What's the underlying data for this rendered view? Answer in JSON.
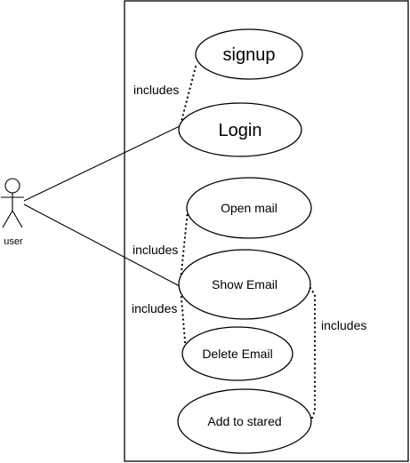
{
  "diagram": {
    "actor": {
      "label": "user"
    },
    "use_cases": {
      "signup": "signup",
      "login": "Login",
      "open_mail": "Open mail",
      "show_email": "Show Email",
      "delete_email": "Delete Email",
      "add_to_stared": "Add to stared"
    },
    "relations": {
      "signup_login": "includes",
      "openmail_showemail": "includes",
      "showemail_deleteemail": "includes",
      "showemail_addtostared": "includes"
    }
  }
}
